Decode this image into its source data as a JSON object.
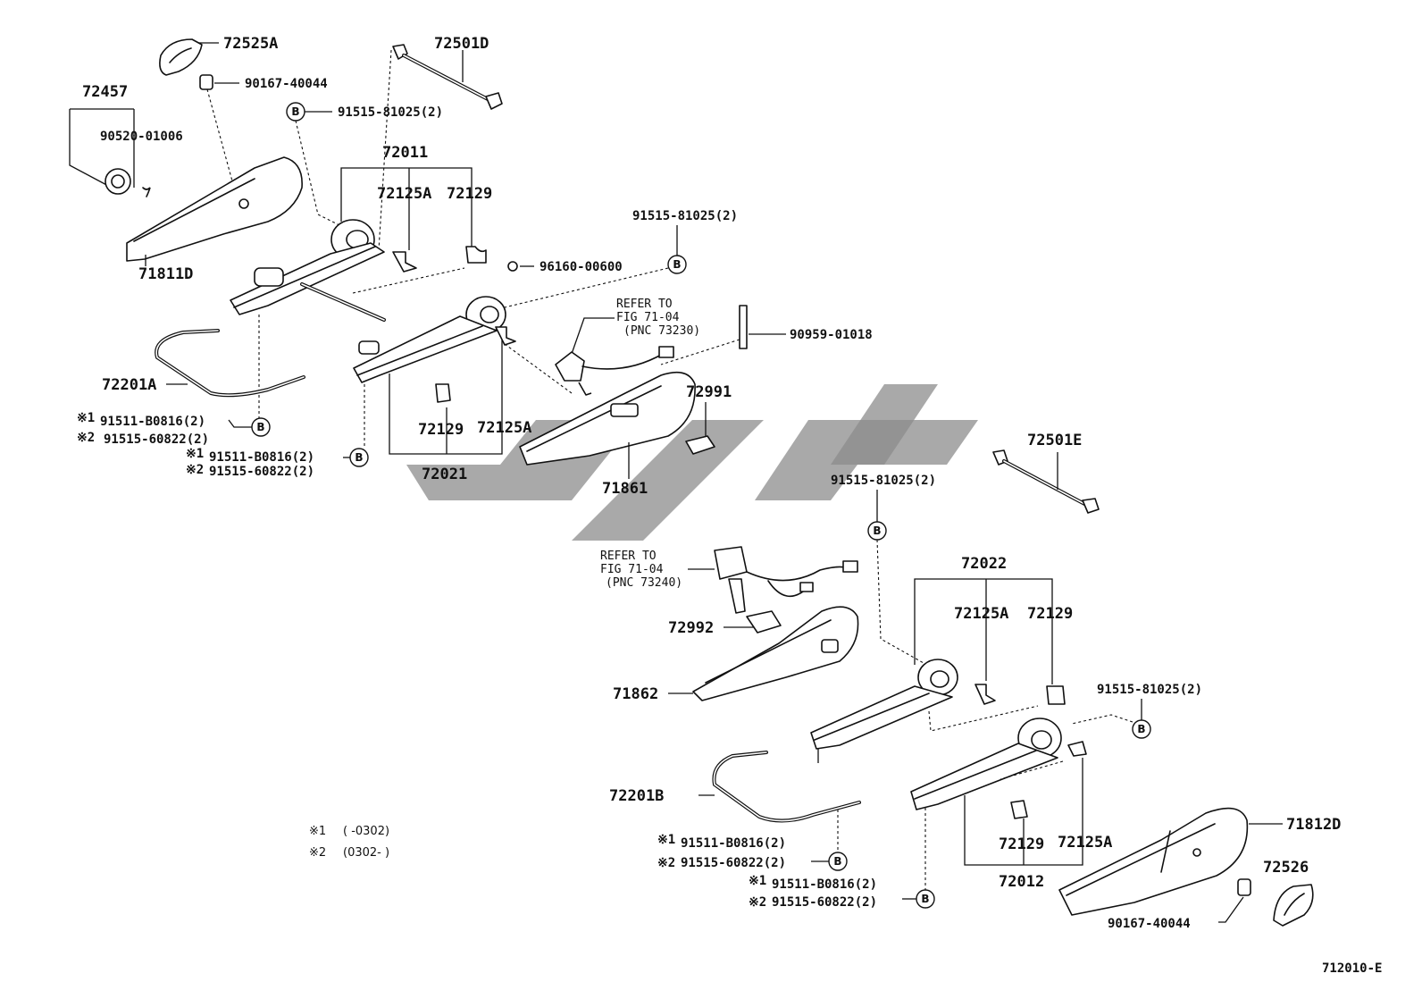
{
  "diagram_code": "712010-E",
  "labels": {
    "p72525A": "72525A",
    "p90167_top": "90167-40044",
    "p72457": "72457",
    "p90520": "90520-01006",
    "p71811D": "71811D",
    "p72501D": "72501D",
    "p91515_b1": "91515-81025(2)",
    "p72011": "72011",
    "p72125A_1": "72125A",
    "p72129_1": "72129",
    "p91515_b2": "91515-81025(2)",
    "p96160": "96160-00600",
    "p90959": "90959-01018",
    "p72201A": "72201A",
    "p91511_1": "91511-B0816(2)",
    "p91515_6_1": "91515-60822(2)",
    "p91511_2": "91511-B0816(2)",
    "p91515_6_2": "91515-60822(2)",
    "p72129_2": "72129",
    "p72125A_2": "72125A",
    "p72021": "72021",
    "p72991": "72991",
    "p71861": "71861",
    "p72501E": "72501E",
    "p91515_b3": "91515-81025(2)",
    "p72022": "72022",
    "p72125A_3": "72125A",
    "p72129_3": "72129",
    "p72992": "72992",
    "p71862": "71862",
    "p91515_b4": "91515-81025(2)",
    "p72201B": "72201B",
    "p91511_3": "91511-B0816(2)",
    "p91515_6_3": "91515-60822(2)",
    "p91511_4": "91511-B0816(2)",
    "p91515_6_4": "91515-60822(2)",
    "p72129_4": "72129",
    "p72125A_4": "72125A",
    "p72012": "72012",
    "p71812D": "71812D",
    "p72526": "72526",
    "p90167_bot": "90167-40044"
  },
  "refer1": {
    "line1": "REFER TO",
    "line2": "FIG 71-04",
    "line3": "(PNC 73230)"
  },
  "refer2": {
    "line1": "REFER TO",
    "line2": "FIG 71-04",
    "line3": "(PNC 73240)"
  },
  "marks": {
    "m1": "※1",
    "m2": "※2",
    "bubble": "B"
  },
  "footnotes": {
    "note1_mark": "※1",
    "note1_text": "(        -0302)",
    "note2_mark": "※2",
    "note2_text": "(0302-        )"
  },
  "colors": {
    "line": "#111111",
    "watermark": "#8c8c8c",
    "background": "#ffffff"
  }
}
